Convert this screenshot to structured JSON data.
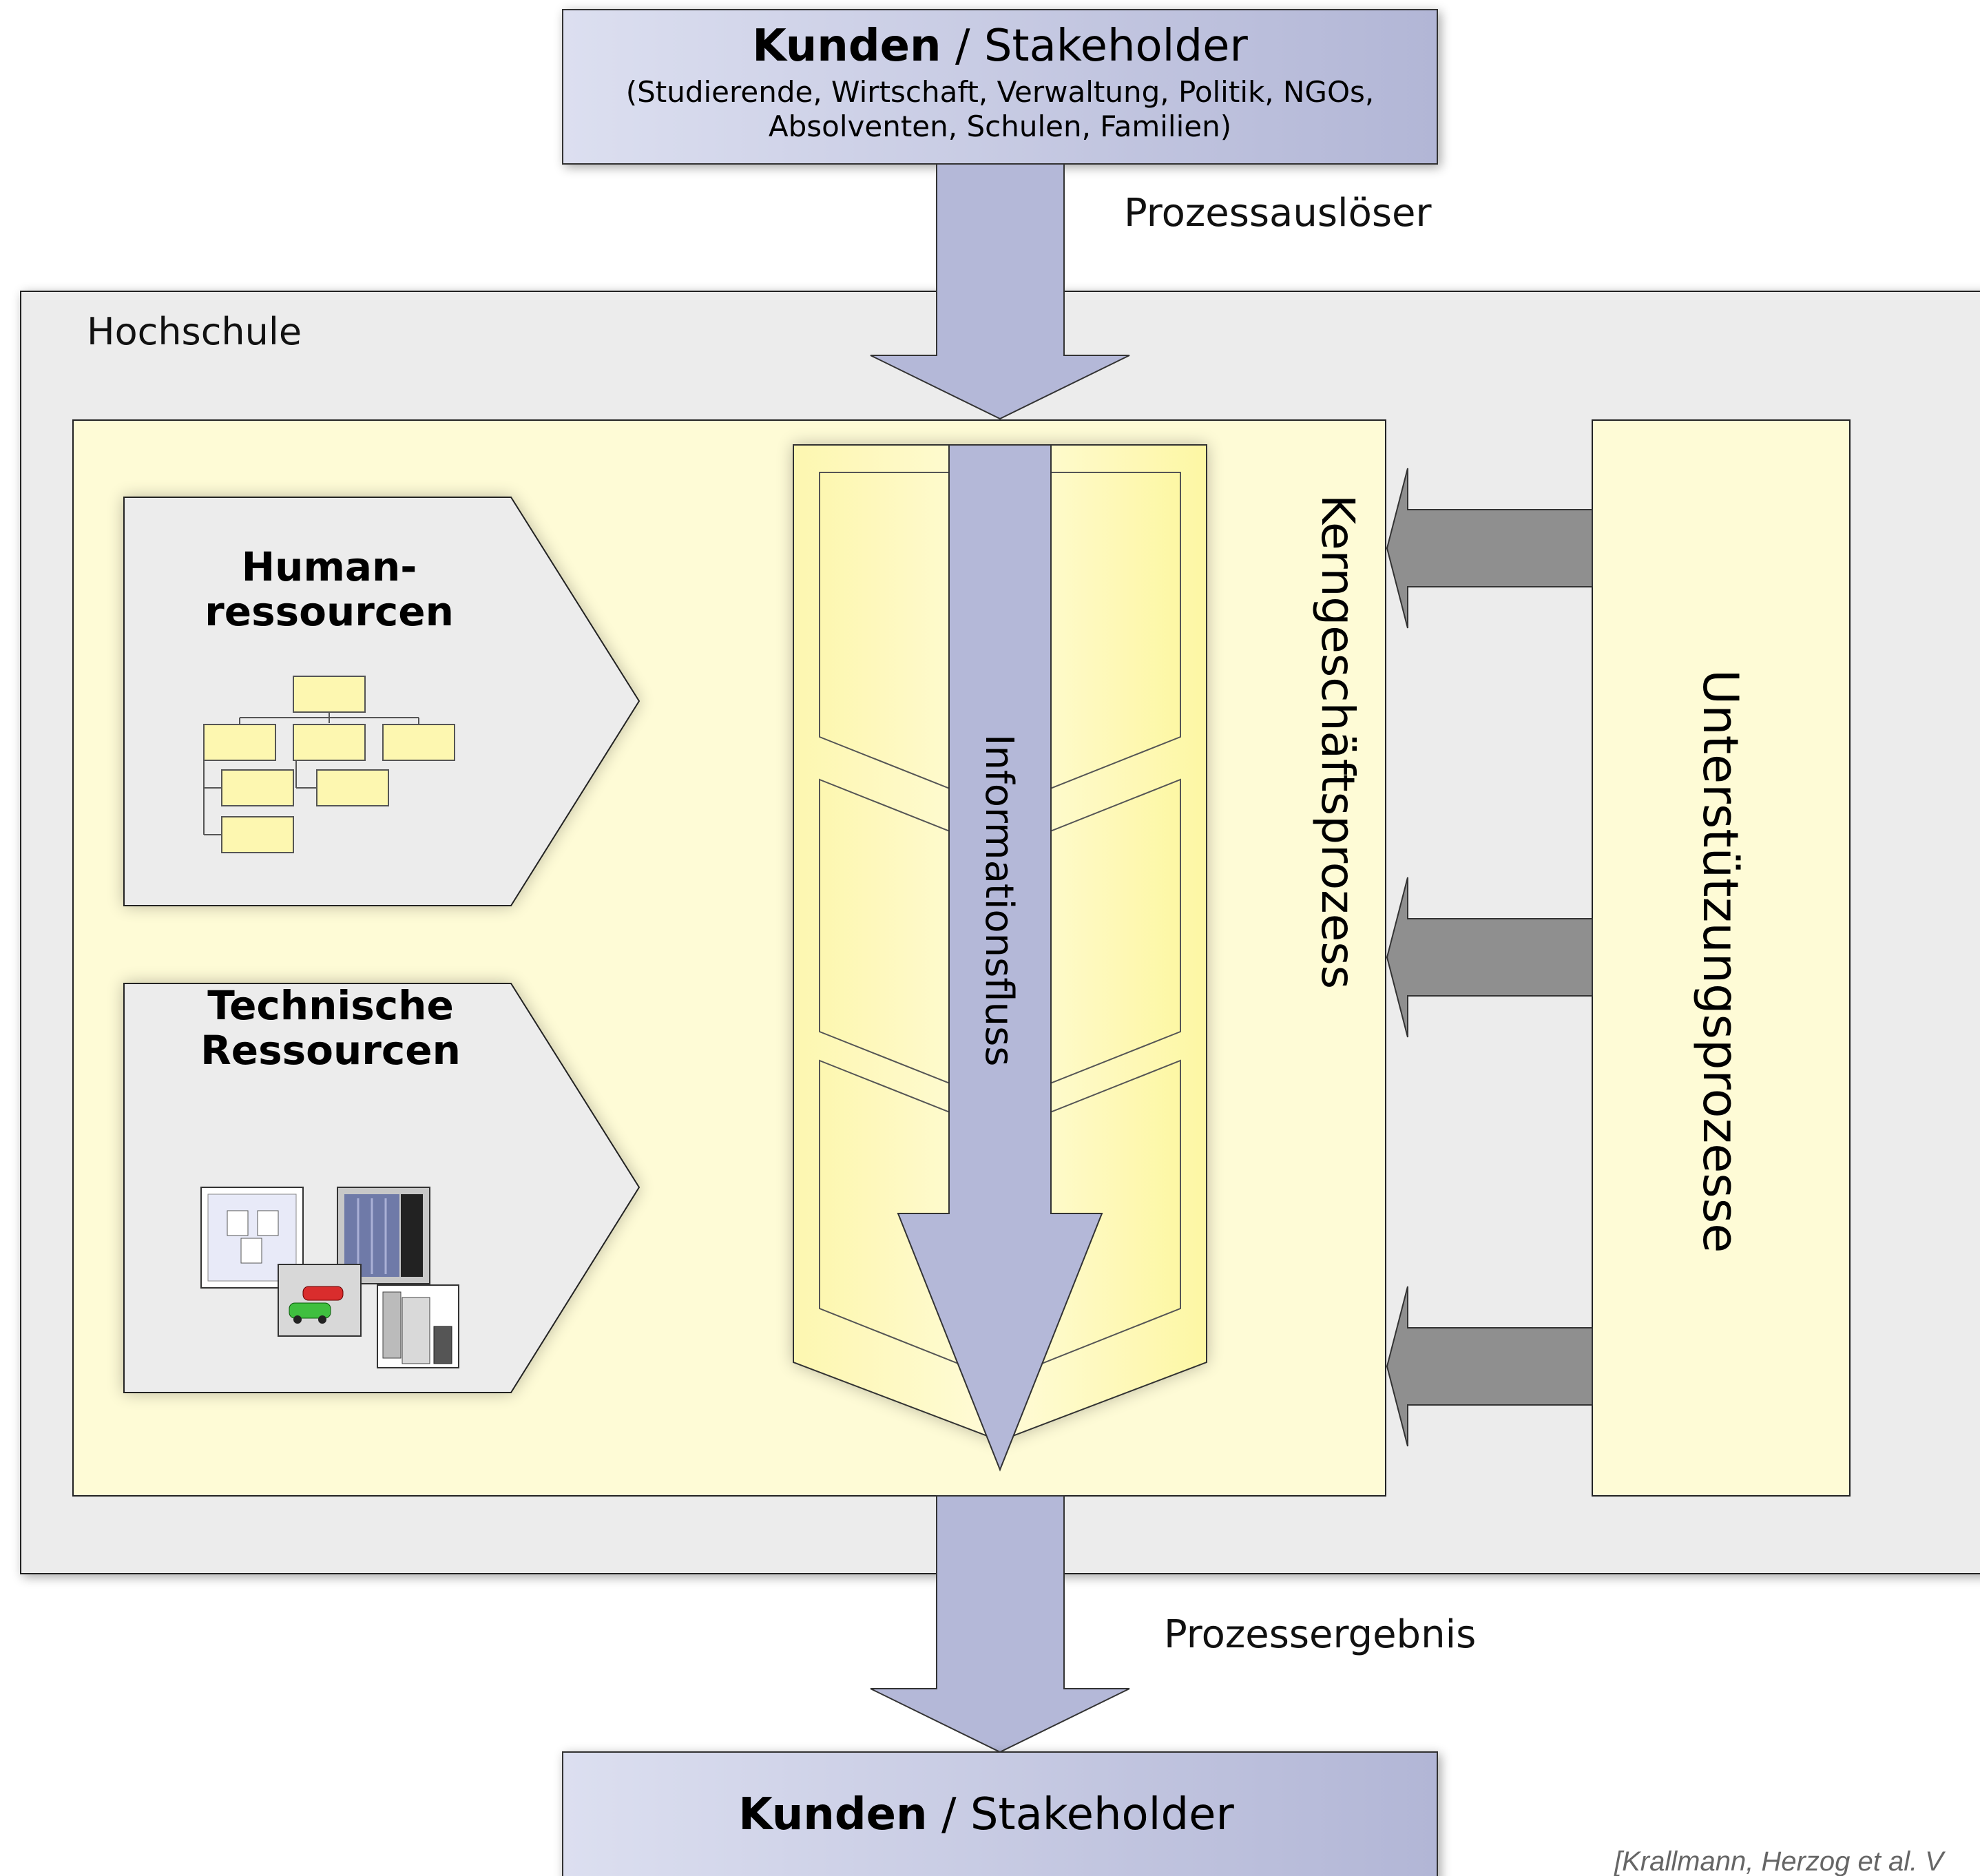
{
  "top_stakeholder": {
    "title_bold": "Kunden",
    "title_rest": " / Stakeholder",
    "subtitle_line1": "(Studierende, Wirtschaft, Verwaltung, Politik, NGOs,",
    "subtitle_line2": "Absolventen, Schulen, Familien)"
  },
  "trigger_label": "Prozessauslöser",
  "institution_label": "Hochschule",
  "human_resources": {
    "line1": "Human-",
    "line2": "ressourcen"
  },
  "technical_resources": {
    "line1": "Technische",
    "line2": "Ressourcen"
  },
  "information_flow_label": "Informationsfluss",
  "core_process_label": "Kerngeschäftsprozess",
  "support_processes_label": "Unterstützungsprozesse",
  "result_label": "Prozessergebnis",
  "bottom_stakeholder": {
    "title_bold": "Kunden",
    "title_rest": " / Stakeholder"
  },
  "citation": "[Krallmann, Herzog et al. V",
  "colors": {
    "stakeholder_left": "#dcdff0",
    "stakeholder_right": "#b2b6d6",
    "flow_arrow": "#b4b8d8",
    "institution_bg": "#ececec",
    "core_bg": "#fefbd6",
    "chevron_fill": "#fdf7a8",
    "support_arrow": "#8f8f8f"
  }
}
